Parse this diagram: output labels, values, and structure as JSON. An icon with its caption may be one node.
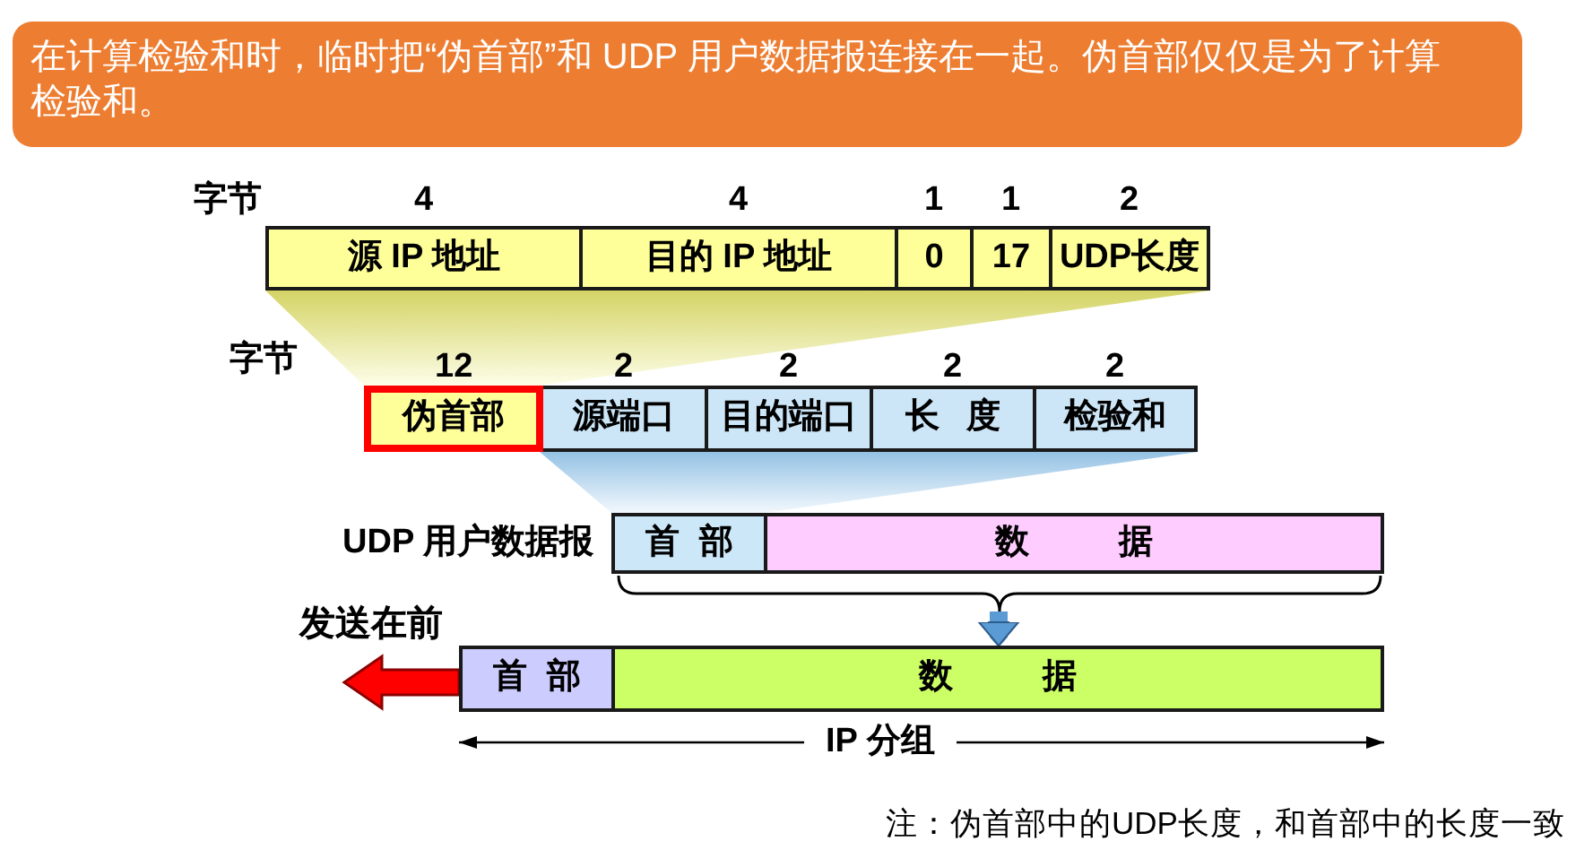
{
  "diagram": {
    "nodes": [
      {
        "text": [
          "在计算检验和时，临时把“伪首部”和 UDP 用户数据报连接在一起。伪首部仅仅是为了计算检验和。"
        ]
      },
      {
        "text": [
          "源 IP 地址"
        ],
        "beside": [
          "4"
        ]
      },
      {
        "text": [
          "目的 IP 地址"
        ],
        "beside": [
          "4"
        ]
      },
      {
        "text": [
          "0"
        ],
        "beside": [
          "1"
        ]
      },
      {
        "text": [
          "17"
        ],
        "beside": [
          "1"
        ]
      },
      {
        "text": [
          "UDP长度"
        ],
        "beside": [
          "2"
        ]
      },
      {
        "text": [],
        "shape": "band"
      },
      {
        "text": [
          "伪首部"
        ],
        "beside": [
          "12"
        ]
      },
      {
        "text": [
          "源端口"
        ],
        "beside": [
          "2"
        ]
      },
      {
        "text": [
          "目的端口"
        ],
        "beside": [
          "2"
        ]
      },
      {
        "text": [
          "长 度"
        ],
        "beside": [
          "2"
        ]
      },
      {
        "text": [
          "检验和"
        ],
        "beside": [
          "2"
        ]
      },
      {
        "text": [],
        "shape": "band"
      },
      {
        "text": [
          "UDP 用户数据报"
        ]
      },
      {
        "text": [
          "首 部"
        ],
        "in": 13
      },
      {
        "text": [
          "数 据"
        ],
        "in": 13
      },
      {
        "text": [
          "首 部"
        ]
      },
      {
        "text": [
          "数 据"
        ]
      }
    ],
    "edges": [
      {
        "from": 13,
        "to": 17,
        "arrow": "to"
      }
    ],
    "labels": [
      "字节",
      "字节",
      "发送在前",
      "IP 分组",
      "注：伪首部中的UDP长度，和首部中的长度一致"
    ]
  }
}
